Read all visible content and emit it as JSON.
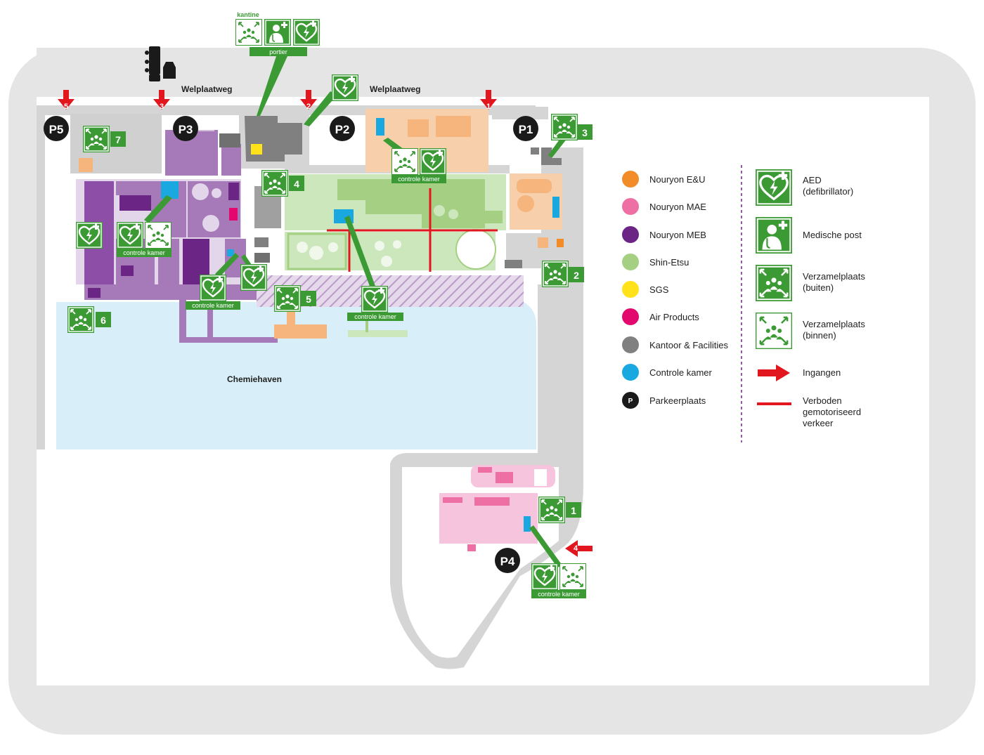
{
  "roads": {
    "welplaatweg_left": "Welplaatweg",
    "welplaatweg_right": "Welplaatweg"
  },
  "harbour": {
    "name": "Chemiehaven"
  },
  "parking": [
    "P5",
    "P3",
    "P2",
    "P1",
    "P4"
  ],
  "entrances": [
    "5",
    "3",
    "2",
    "1",
    "4"
  ],
  "assembly_numbers": [
    "7",
    "4",
    "3",
    "6",
    "5",
    "2",
    "1"
  ],
  "labels": {
    "kantine": "kantine",
    "portier": "portier",
    "controle_kamer": "controle kamer"
  },
  "legend": {
    "companies": [
      {
        "label": "Nouryon E&U",
        "color": "#f28c28"
      },
      {
        "label": "Nouryon MAE",
        "color": "#ee6fa3"
      },
      {
        "label": "Nouryon MEB",
        "color": "#6b2585"
      },
      {
        "label": "Shin-Etsu",
        "color": "#a5d083"
      },
      {
        "label": "SGS",
        "color": "#ffe21a"
      },
      {
        "label": "Air Products",
        "color": "#e2086e"
      },
      {
        "label": "Kantoor & Facilities",
        "color": "#808080"
      },
      {
        "label": "Controle kamer",
        "color": "#1aa8e0"
      },
      {
        "label": "Parkeerplaats",
        "color": "#1a1a1a",
        "symbol": "P"
      }
    ],
    "symbols": {
      "aed": [
        "AED",
        "(defibrillator)"
      ],
      "medisch": [
        "Medische post"
      ],
      "buiten": [
        "Verzamelplaats",
        "(buiten)"
      ],
      "binnen": [
        "Verzamelplaats",
        "(binnen)"
      ],
      "ingangen": [
        "Ingangen"
      ],
      "verboden": [
        "Verboden",
        "gemotoriseerd",
        "verkeer"
      ]
    }
  },
  "colors": {
    "sign_green": "#3c9a35",
    "arrow_red": "#e1161e",
    "water": "#d8eef8",
    "road": "#d5d5d5"
  }
}
